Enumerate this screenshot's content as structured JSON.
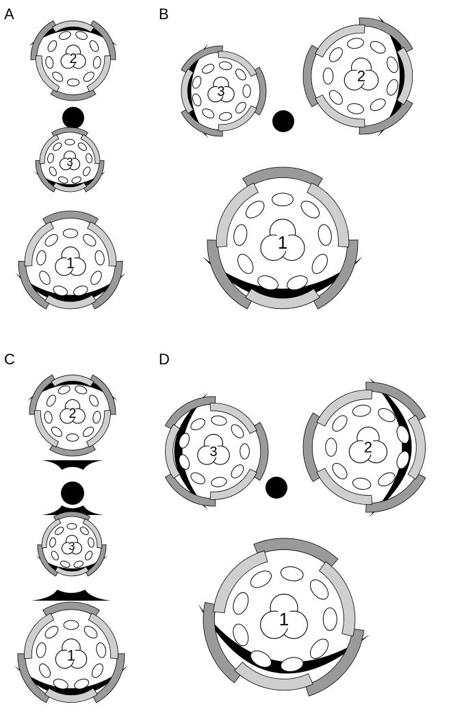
{
  "panels": [
    {
      "label": "A",
      "flowers": [
        {
          "num": "2",
          "bract": "top"
        },
        {
          "num": "3",
          "bract": "bottom"
        },
        {
          "num": "1",
          "bract": "bottom"
        }
      ]
    },
    {
      "label": "B",
      "flowers": [
        {
          "num": "3",
          "bract": "left"
        },
        {
          "num": "2",
          "bract": "right"
        },
        {
          "num": "1",
          "bract": "bottom"
        }
      ]
    },
    {
      "label": "C",
      "flowers": [
        {
          "num": "2",
          "bract": "top"
        },
        {
          "num": "3",
          "bract": "bottom"
        },
        {
          "num": "1",
          "bract": "bottom"
        }
      ]
    },
    {
      "label": "D",
      "flowers": [
        {
          "num": "3",
          "bract": "left"
        },
        {
          "num": "2",
          "bract": "right"
        },
        {
          "num": "1",
          "bract": "bottom"
        }
      ]
    }
  ],
  "colors": {
    "dark_organ": "#9a9a9a",
    "light_organ": "#cfcfcf",
    "outline": "#000000",
    "axis": "#000000"
  }
}
